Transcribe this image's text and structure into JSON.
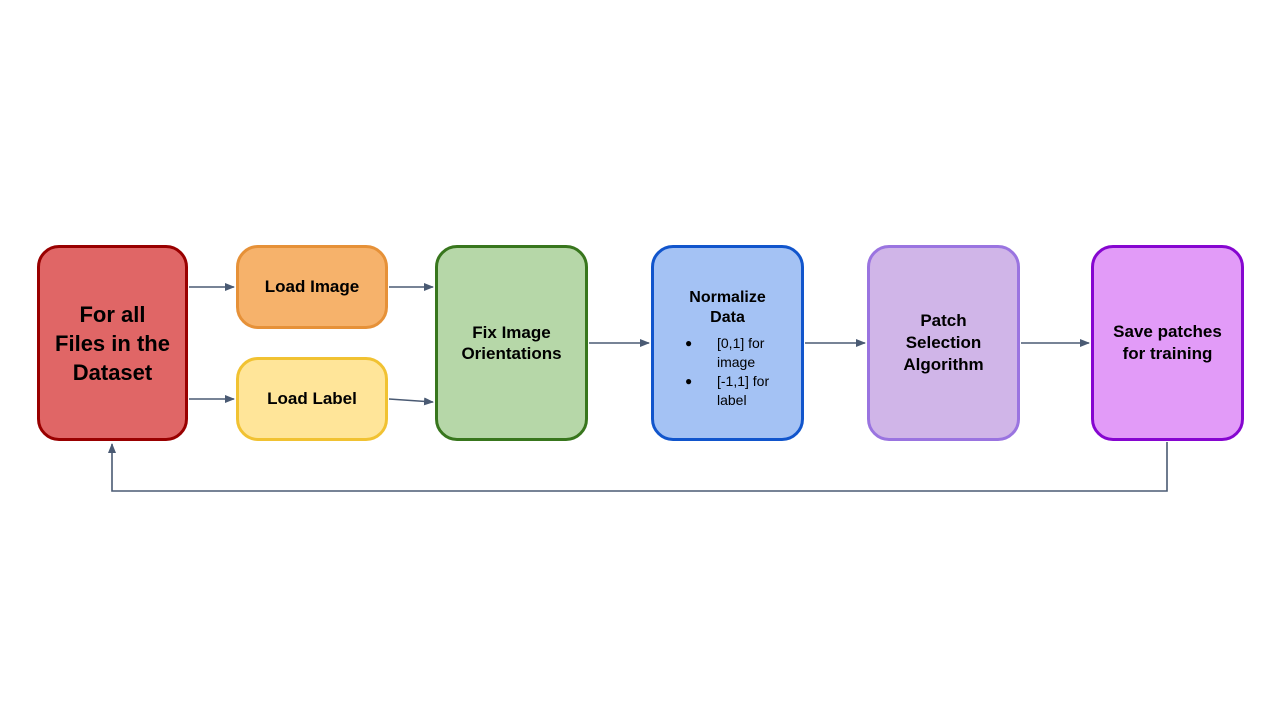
{
  "nodes": {
    "source": {
      "label": "For all Files in the Dataset",
      "fill": "#e06666",
      "border": "#990000"
    },
    "load_image": {
      "label": "Load Image",
      "fill": "#f6b26b",
      "border": "#e69138"
    },
    "load_label": {
      "label": "Load Label",
      "fill": "#ffe599",
      "border": "#f1c232"
    },
    "orient": {
      "label": "Fix Image Orientations",
      "fill": "#b6d7a8",
      "border": "#38761d"
    },
    "normalize": {
      "title": "Normalize Data",
      "items": [
        "[0,1] for image",
        "[-1,1] for label"
      ],
      "bullet": "●",
      "fill": "#a4c2f4",
      "border": "#1155cc"
    },
    "patch": {
      "label": "Patch Selection Algorithm",
      "fill": "#d0b5e8",
      "border": "#9a74e0"
    },
    "save": {
      "label": "Save patches for training",
      "fill": "#e29bf8",
      "border": "#8606d0"
    }
  },
  "edge_color": "#4a5a73"
}
